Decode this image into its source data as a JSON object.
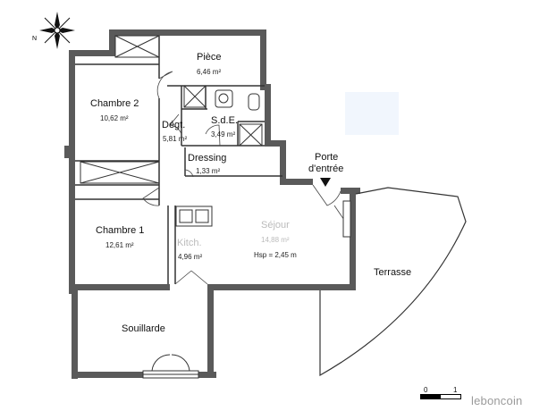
{
  "rooms": {
    "piece": {
      "name": "Pièce",
      "area": "6,46 m²"
    },
    "chambre2": {
      "name": "Chambre 2",
      "area": "10,62 m²"
    },
    "degt": {
      "name": "Dégt.",
      "area": "5,81 m²"
    },
    "sde": {
      "name": "S.d.E.",
      "area": "3,49 m²"
    },
    "dressing": {
      "name": "Dressing",
      "area": "1,33 m²"
    },
    "chambre1": {
      "name": "Chambre 1",
      "area": "12,61 m²"
    },
    "kitchen": {
      "name": "Kitch.",
      "area": "4,96 m²"
    },
    "sejour": {
      "name": "Séjour",
      "area": "14,88 m²",
      "height": "Hsp = 2,45 m"
    },
    "souillarde": {
      "name": "Souillarde"
    },
    "terrasse": {
      "name": "Terrasse"
    }
  },
  "entrance": {
    "line1": "Porte",
    "line2": "d'entrée"
  },
  "scale": {
    "start": "0",
    "end": "1"
  },
  "watermark": "leboncoin",
  "compass": {
    "north": "N"
  },
  "colors": {
    "wall": "#555555",
    "line": "#222222",
    "blank_panel": "#f1f6fd"
  }
}
